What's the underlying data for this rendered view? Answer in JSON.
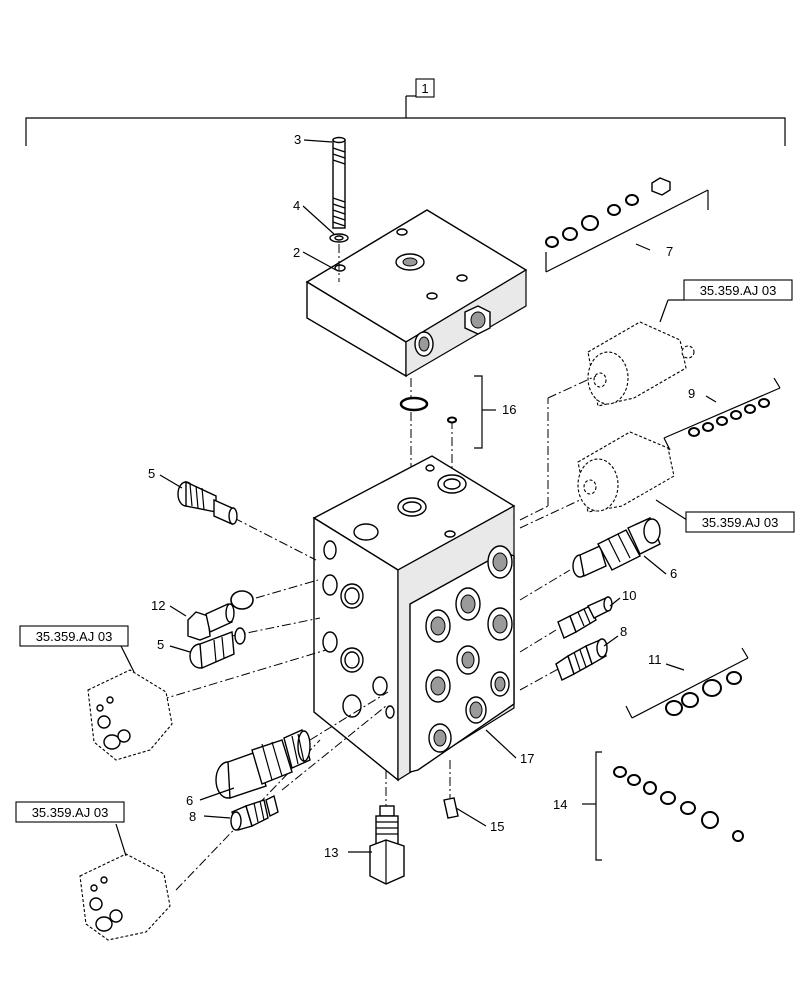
{
  "diagram": {
    "assembly_callout": "1",
    "callouts": [
      "2",
      "3",
      "4",
      "5",
      "5",
      "6",
      "6",
      "7",
      "8",
      "8",
      "9",
      "10",
      "11",
      "12",
      "13",
      "14",
      "15",
      "16",
      "17"
    ],
    "references": [
      "35.359.AJ 03",
      "35.359.AJ 03",
      "35.359.AJ 03",
      "35.359.AJ 03"
    ]
  }
}
